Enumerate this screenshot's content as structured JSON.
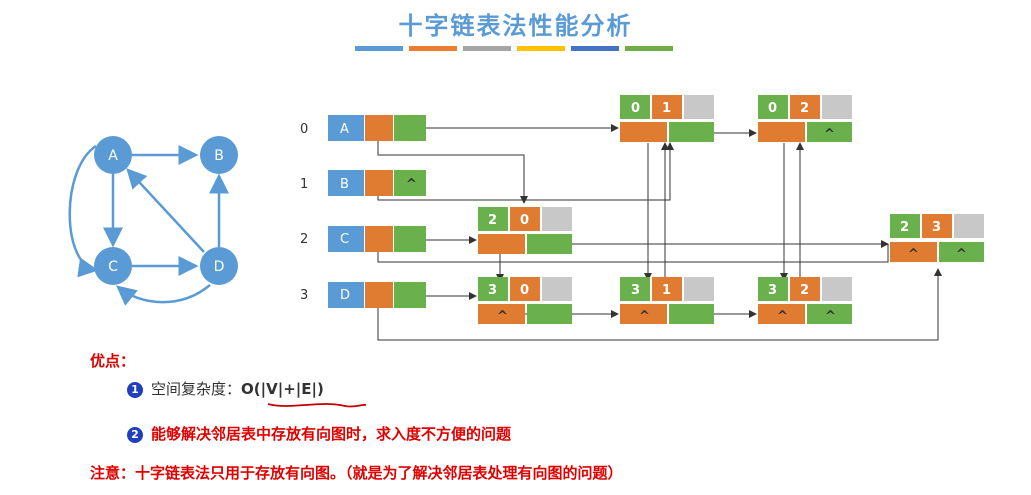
{
  "title": "十字链表法性能分析",
  "title_bar_colors": [
    "#5b9bd5",
    "#ed7d31",
    "#a5a5a5",
    "#ffc000",
    "#4472c4",
    "#70ad47"
  ],
  "colors": {
    "blue": "#5b9bd5",
    "orange": "#e07b32",
    "green": "#6ab04c",
    "gray": "#c8c8c8",
    "line": "#333333"
  },
  "graph": {
    "nodes": [
      "A",
      "B",
      "C",
      "D"
    ]
  },
  "vertex_table": {
    "indices": [
      "0",
      "1",
      "2",
      "3"
    ],
    "names": [
      "A",
      "B",
      "C",
      "D"
    ],
    "null_symbol": "^"
  },
  "arc_nodes": [
    {
      "tail": "0",
      "head": "1"
    },
    {
      "tail": "0",
      "head": "2"
    },
    {
      "tail": "2",
      "head": "0"
    },
    {
      "tail": "2",
      "head": "3"
    },
    {
      "tail": "3",
      "head": "0"
    },
    {
      "tail": "3",
      "head": "1"
    },
    {
      "tail": "3",
      "head": "2"
    }
  ],
  "null_symbol": "^",
  "advantages_label": "优点：",
  "point1_num": "1",
  "point1": "空间复杂度：",
  "point1_formula": "O(|V|+|E|)",
  "point2_num": "2",
  "point2": "能够解决邻居表中存放有向图时，求入度不方便的问题",
  "note": "注意：十字链表法只用于存放有向图。（就是为了解决邻居表处理有向图的问题）"
}
